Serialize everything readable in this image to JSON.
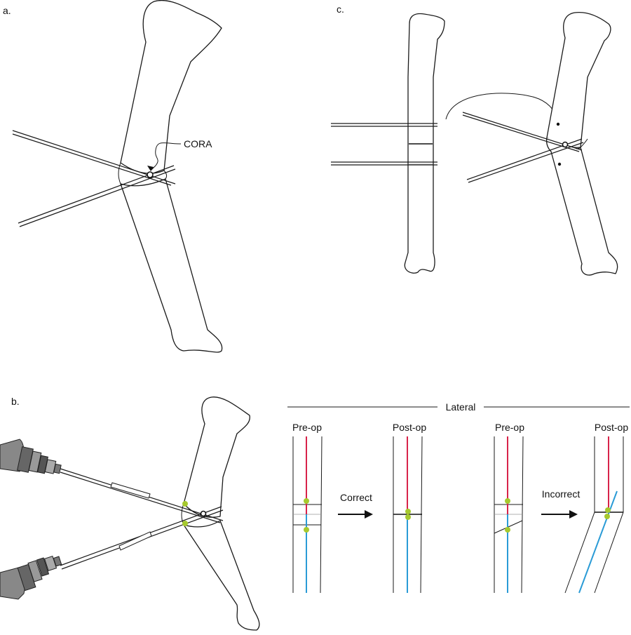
{
  "panels": {
    "a": {
      "label": "a.",
      "cora_label": "CORA"
    },
    "b": {
      "label": "b."
    },
    "c": {
      "label": "c."
    }
  },
  "lateral": {
    "heading": "Lateral",
    "preop_1": "Pre-op",
    "postop_1": "Post-op",
    "correct_label": "Correct",
    "preop_2": "Pre-op",
    "postop_2": "Post-op",
    "incorrect_label": "Incorrect"
  },
  "colors": {
    "proximal_axis": "#d8234a",
    "distal_axis": "#2a9bd6",
    "pin_marker": "#a6c92e",
    "line": "#1a1a1a"
  },
  "icons": [
    "drill-icon",
    "drill-icon"
  ]
}
